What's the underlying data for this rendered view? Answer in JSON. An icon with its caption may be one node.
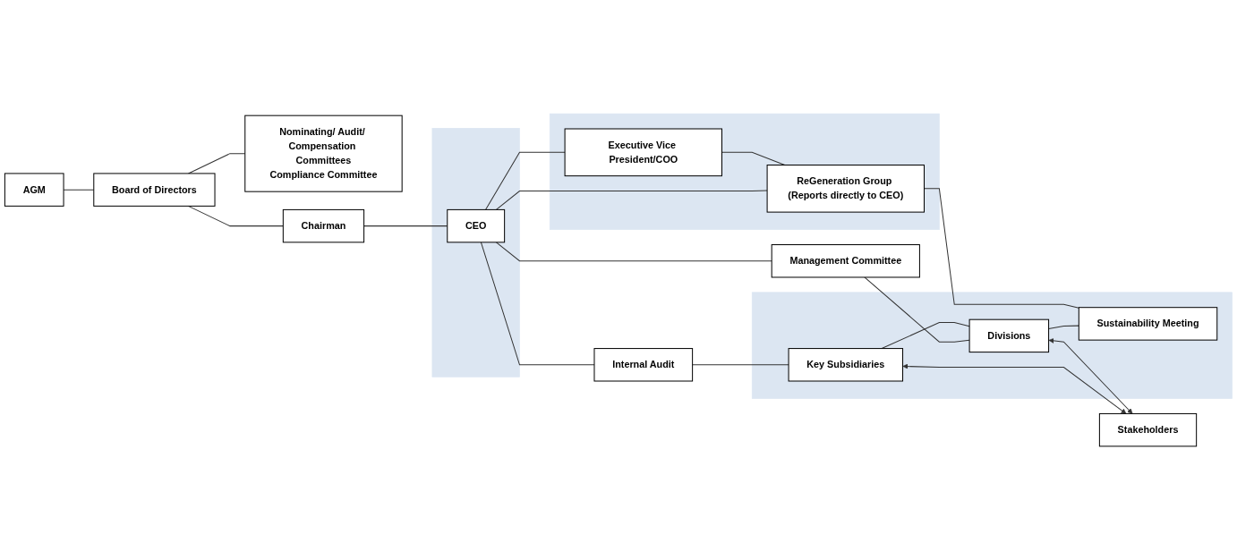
{
  "diagram": {
    "nodes": [
      {
        "text": [
          "AGM"
        ]
      },
      {
        "text": [
          "Board of Directors"
        ]
      },
      {
        "text": [
          "Nominating/ Audit/ Compensation Committees",
          "Compliance Committee"
        ]
      },
      {
        "text": [
          "Chairman"
        ]
      },
      {
        "text": [],
        "shape": "box"
      },
      {
        "text": [
          "CEO"
        ],
        "in": 4
      },
      {
        "text": [
          "Internal Audit"
        ]
      },
      {
        "text": [
          "Management Committee"
        ]
      },
      {
        "text": [],
        "shape": "box"
      },
      {
        "text": [
          "Executive Vice President/COO"
        ],
        "in": 8
      },
      {
        "text": [
          "ReGeneration Group (Reports directly to CEO)"
        ],
        "in": 8
      },
      {
        "text": [],
        "shape": "box"
      },
      {
        "text": [
          "Key Subsidiaries"
        ],
        "in": 11
      },
      {
        "text": [
          "Divisions"
        ],
        "in": 11
      },
      {
        "text": [
          "Sustainability Meeting"
        ],
        "in": 11
      },
      {
        "text": [
          "Stakeholders"
        ]
      }
    ],
    "edges": [
      {
        "from": 0,
        "to": 1,
        "arrow": "none"
      },
      {
        "from": 1,
        "to": 3,
        "arrow": "none"
      },
      {
        "from": 1,
        "to": 2,
        "arrow": "none"
      },
      {
        "from": 3,
        "to": 5,
        "arrow": "none"
      },
      {
        "from": 5,
        "to": 6,
        "arrow": "none"
      },
      {
        "from": 5,
        "to": 7,
        "arrow": "none"
      },
      {
        "from": 5,
        "to": 9,
        "arrow": "none"
      },
      {
        "from": 5,
        "to": 10,
        "arrow": "none"
      },
      {
        "from": 6,
        "to": 12,
        "arrow": "none"
      },
      {
        "from": 7,
        "to": 13,
        "arrow": "none"
      },
      {
        "from": 12,
        "to": 13,
        "arrow": "none"
      },
      {
        "from": 13,
        "to": 14,
        "arrow": "none"
      },
      {
        "from": 9,
        "to": 10,
        "arrow": "none"
      },
      {
        "from": 10,
        "to": 14,
        "arrow": "none"
      },
      {
        "from": 12,
        "to": 15,
        "arrow": "both"
      },
      {
        "from": 13,
        "to": 15,
        "arrow": "both"
      }
    ]
  }
}
